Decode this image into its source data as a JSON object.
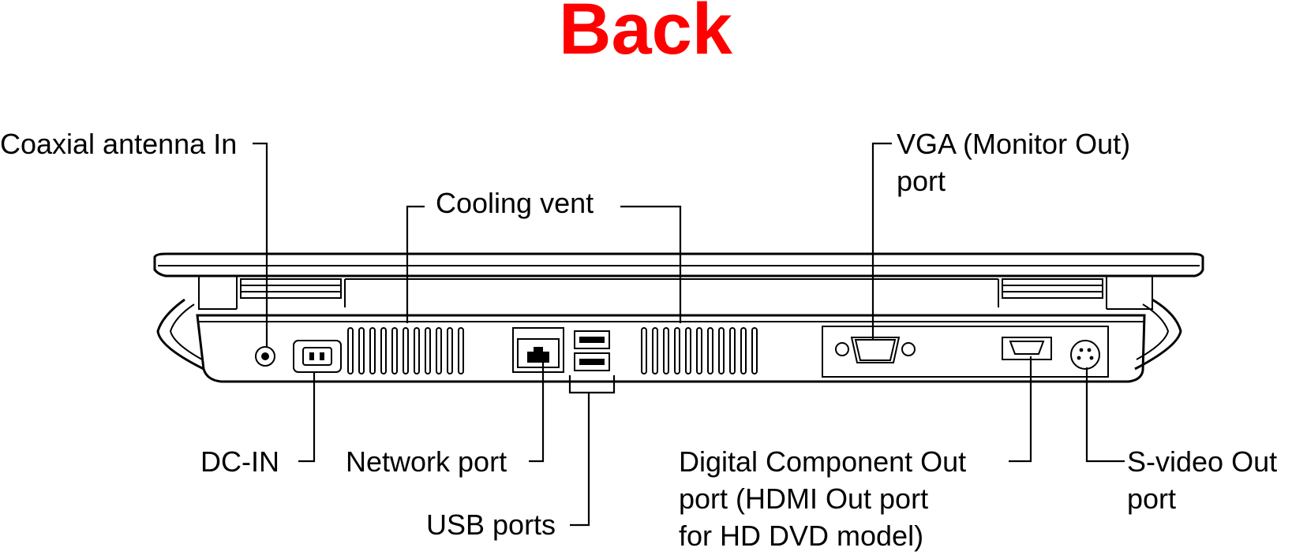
{
  "title": "Back",
  "colors": {
    "title": "#ff0000",
    "ink": "#000000",
    "background": "#ffffff"
  },
  "labels": {
    "coaxial": "Coaxial antenna In",
    "cooling": "Cooling vent",
    "vga_line1": "VGA (Monitor Out)",
    "vga_line2": "port",
    "dcin": "DC-IN",
    "network": "Network port",
    "usb": "USB ports",
    "hdmi_line1": "Digital Component Out",
    "hdmi_line2": "port (HDMI Out port",
    "hdmi_line3": "for HD DVD model)",
    "svideo_line1": "S-video Out",
    "svideo_line2": "port"
  }
}
